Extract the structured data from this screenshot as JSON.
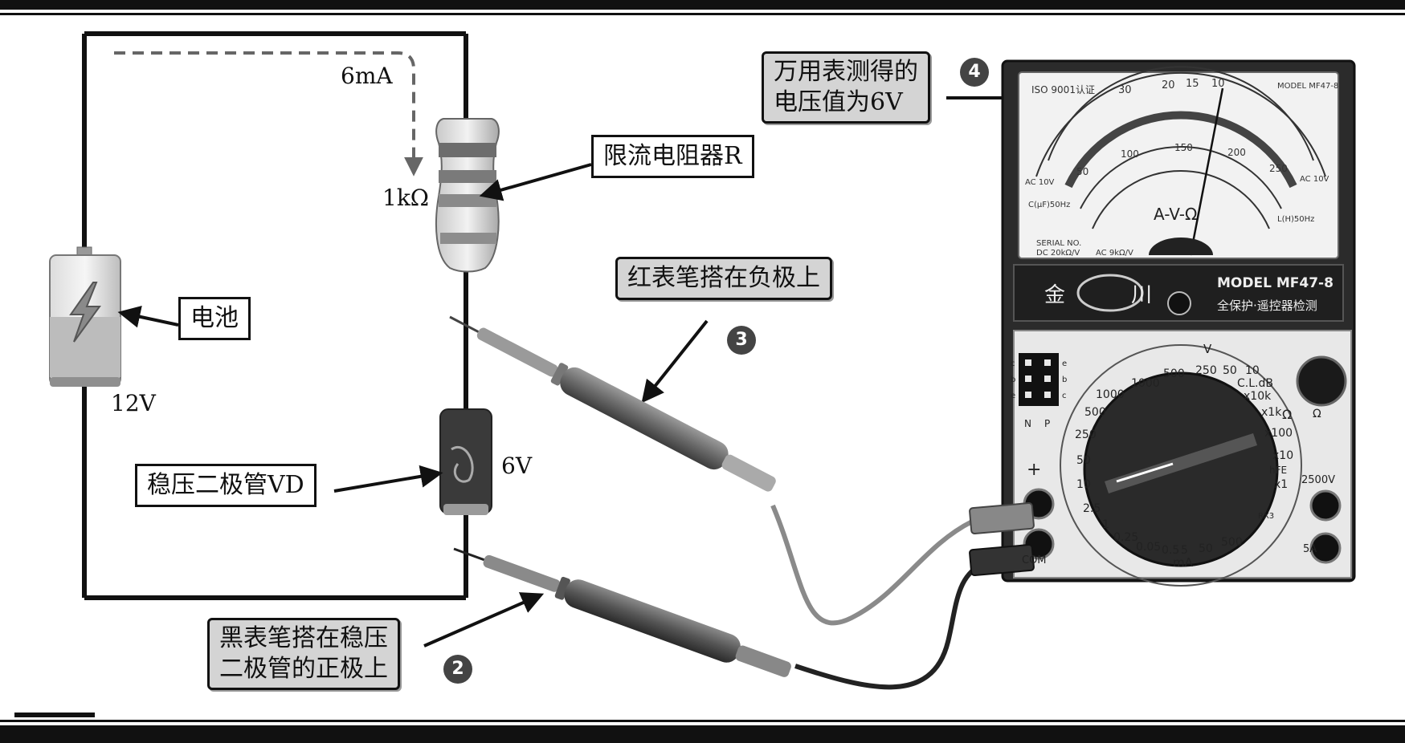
{
  "labels": {
    "resistor": "限流电阻器R",
    "battery": "电池",
    "zener": "稳压二极管VD",
    "red_probe": "红表笔搭在负极上",
    "black_probe_line1": "黑表笔搭在稳压",
    "black_probe_line2": "二极管的正极上",
    "meter_reading_line1": "万用表测得的",
    "meter_reading_line2": "电压值为6V"
  },
  "values": {
    "current": "6mA",
    "resistance": "1kΩ",
    "battery_voltage": "12V",
    "zener_voltage": "6V"
  },
  "steps": {
    "two": "2",
    "three": "3",
    "four": "4"
  },
  "meter": {
    "model": "MODEL MF47-8",
    "subtitle": "全保护·遥控器检测",
    "brand_left": "金",
    "brand_right": "川",
    "scale_center": "A-V-Ω",
    "iso": "ISO 9001认证",
    "serial": "SERIAL NO.",
    "model_small": "MODEL MF47-8",
    "ac_left": "AC 10V",
    "ac_right": "AC 10V",
    "cap": "C(μF)50Hz",
    "ind": "L(H)50Hz",
    "dc": "DC 20kΩ/V",
    "ac": "AC 9kΩ/V",
    "jack_plus": "+",
    "jack_com": "COM",
    "jack_2500": "2500V",
    "jack_5a": "5A",
    "knob_ohm": "Ω",
    "dial_v": "V",
    "dial_ma": "mA",
    "dial_ohm": "Ω",
    "dial_cldb": "C.L.dB",
    "dial_hfe": "hFE",
    "dial_top": [
      "1000",
      "500",
      "250",
      "50",
      "10"
    ],
    "dial_left": [
      "1000",
      "500",
      "250",
      "50",
      "10",
      "2.5"
    ],
    "dial_bottom": [
      "1",
      "0.25",
      "0.05",
      "0.5",
      "5",
      "50",
      "500"
    ],
    "dial_right": [
      "x10k",
      "x1k",
      "x100",
      "x10",
      "x1"
    ],
    "np_n": "N",
    "np_p": "P",
    "socket_letters": [
      "c",
      "b",
      "e",
      "e",
      "b",
      "c"
    ],
    "scale_top_ticks": [
      "30",
      "20",
      "15",
      "10"
    ],
    "scale_mid_ticks": [
      "50",
      "100",
      "150",
      "200",
      "250"
    ],
    "bottom_label": "RX3"
  },
  "colors": {
    "label_gray": "#d4d4d4",
    "meter_dark": "#2b2b2b",
    "probe_red": "#7a7a7a",
    "probe_black": "#4a4a4a"
  }
}
